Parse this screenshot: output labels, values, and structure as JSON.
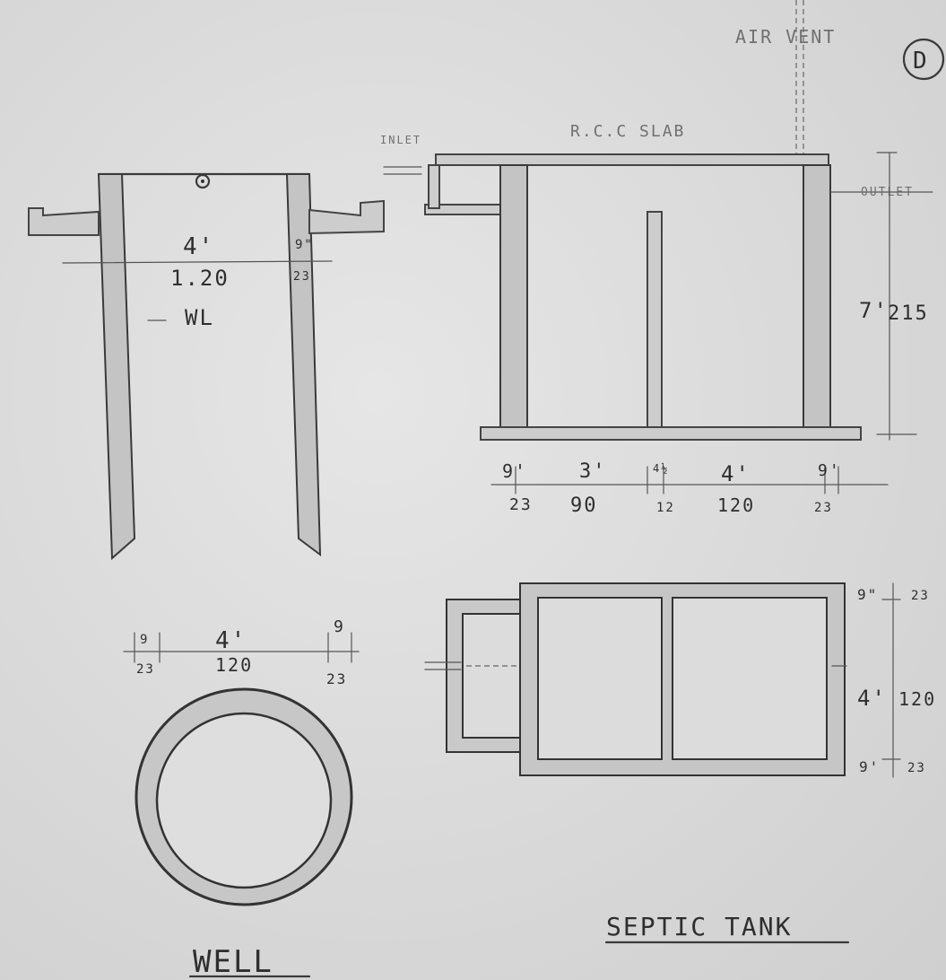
{
  "labels": {
    "air_vent": "AIR VENT",
    "inlet": "INLET",
    "rcc_slab": "R.C.C SLAB",
    "outlet": "OUTLET",
    "septic_tank": "SEPTIC TANK",
    "well": "WELL",
    "wl": "WL",
    "corner_mark": "D"
  },
  "well_section": {
    "width_ft": "4'",
    "width_cm": "1.20",
    "wall_ft": "9\"",
    "wall_cm": "23"
  },
  "well_plan": {
    "left_wall_ft": "9",
    "left_wall_cm": "23",
    "inner_ft": "4'",
    "inner_cm": "120",
    "right_wall_ft": "9",
    "right_wall_cm": "23"
  },
  "tank_section": {
    "height_ft": "7'",
    "height_cm": "215",
    "dims": [
      {
        "ft": "9'",
        "cm": "23"
      },
      {
        "ft": "3'",
        "cm": "90"
      },
      {
        "ft": "4½",
        "cm": "12"
      },
      {
        "ft": "4'",
        "cm": "120"
      },
      {
        "ft": "9'",
        "cm": "23"
      }
    ]
  },
  "tank_plan": {
    "top_wall_ft": "9\"",
    "top_wall_cm": "23",
    "width_ft": "4'",
    "width_cm": "120",
    "bottom_wall_ft": "9'",
    "bottom_wall_cm": "23"
  }
}
